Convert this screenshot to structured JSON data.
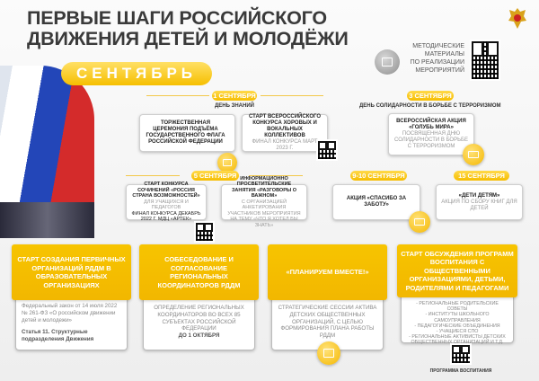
{
  "title": {
    "line1": "ПЕРВЫЕ ШАГИ РОССИЙСКОГО",
    "line2": "ДВИЖЕНИЯ ДЕТЕЙ И МОЛОДЁЖИ"
  },
  "materials": {
    "l1": "МЕТОДИЧЕСКИЕ",
    "l2": "МАТЕРИАЛЫ",
    "l3": "ПО РЕАЛИЗАЦИИ",
    "l4": "МЕРОПРИЯТИЙ"
  },
  "month": "СЕНТЯБРЬ",
  "sep1": {
    "date": "1 СЕНТЯБРЯ",
    "label": "ДЕНЬ ЗНАНИЙ",
    "box1": "ТОРЖЕСТВЕННАЯ ЦЕРЕМОНИЯ ПОДЪЁМА ГОСУДАРСТВЕННОГО ФЛАГА РОССИЙСКОЙ ФЕДЕРАЦИИ",
    "box2_title": "СТАРТ ВСЕРОССИЙСКОГО КОНКУРСА ХОРОВЫХ И ВОКАЛЬНЫХ КОЛЛЕКТИВОВ",
    "box2_sub": "ФИНАЛ КОНКУРСА МАРТ 2023 Г."
  },
  "sep3": {
    "date": "3 СЕНТЯБРЯ",
    "label": "ДЕНЬ СОЛИДАРНОСТИ В БОРЬБЕ С ТЕРРОРИЗМОМ",
    "title": "ВСЕРОССИЙСКАЯ АКЦИЯ «ГОЛУБЬ МИРА»",
    "sub": "ПОСВЯЩЕННАЯ ДНЮ СОЛИДАРНОСТИ В БОРЬБЕ С ТЕРРОРИЗМОМ"
  },
  "sep5": {
    "date": "5 СЕНТЯБРЯ",
    "box1_title": "СТАРТ КОНКУРСА СОЧИНЕНИЙ «РОССИЯ СТРАНА ВОЗМОЖНОСТЕЙ»",
    "box1_sub": "ДЛЯ УЧАЩИХСЯ И ПЕДАГОГОВ",
    "box1_final": "ФИНАЛ КОНКУРСА ДЕКАБРЬ 2022 Г. МДЦ «АРТЕК»",
    "box2_title": "ИНФОРМАЦИОННО ПРОСВЕТИТЕЛЬСКИЕ ЗАНЯТИЯ «РАЗГОВОРЫ О ВАЖНОМ»",
    "box2_sub": "С ОРГАНИЗАЦИЕЙ АНКЕТИРОВАНИЯ УЧАСТНИКОВ МЕРОПРИЯТИЯ НА ТЕМУ «ЧТО Я ХОТЕЛ БЫ ЗНАТЬ»"
  },
  "sep9": {
    "date": "9-10 СЕНТЯБРЯ",
    "title": "АКЦИЯ «СПАСИБО ЗА ЗАБОТУ»"
  },
  "sep15": {
    "date": "15 СЕНТЯБРЯ",
    "title": "«ДЕТИ ДЕТЯМ»",
    "sub": "АКЦИЯ ПО СБОРУ КНИГ ДЛЯ ДЕТЕЙ"
  },
  "columns": [
    {
      "header": "СТАРТ СОЗДАНИЯ ПЕРВИЧНЫХ ОРГАНИЗАЦИЙ РДДМ В ОБРАЗОВАТЕЛЬНЫХ ОРГАНИЗАЦИЯХ",
      "body": "Федеральный закон от 14 июля 2022 № 261-ФЗ «О российском движении детей и молодежи»",
      "bold": "Статья 11. Структурные подразделения Движения"
    },
    {
      "header": "СОБЕСЕДОВАНИЕ И СОГЛАСОВАНИЕ РЕГИОНАЛЬНЫХ КООРДИНАТОРОВ РДДМ",
      "body": "ОПРЕДЕЛЕНИЕ РЕГИОНАЛЬНЫХ КООРДИНАТОРОВ ВО ВСЕХ 85 СУБЪЕКТАХ РОССИЙСКОЙ ФЕДЕРАЦИИ",
      "bold": "ДО 1 ОКТЯБРЯ"
    },
    {
      "header": "«ПЛАНИРУЕМ ВМЕСТЕ!»",
      "body": "СТРАТЕГИЧЕСКИЕ СЕССИИ АКТИВА ДЕТСКИХ ОБЩЕСТВЕННЫХ ОРГАНИЗАЦИЙ, С ЦЕЛЬЮ ФОРМИРОВАНИЯ ПЛАНА РАБОТЫ РДДМ"
    },
    {
      "header": "СТАРТ ОБСУЖДЕНИЯ ПРОГРАММ ВОСПИТАНИЯ С ОБЩЕСТВЕННЫМИ ОРГАНИЗАЦИЯМИ, ДЕТЬМИ, РОДИТЕЛЯМИ И ПЕДАГОГАМИ",
      "items": [
        "- РЕГИОНАЛЬНЫЕ РОДИТЕЛЬСКИЕ СОВЕТЫ",
        "- ИНСТИТУТЫ ШКОЛЬНОГО САМОУПРАВЛЕНИЯ",
        "- ПЕДАГОГИЧЕСКИЕ ОБЪЕДИНЕНИЯ",
        "- УЧАЩИЕСЯ СПО",
        "- РЕГИОНАЛЬНЫЕ АКТИВИСТЫ ДЕТСКИХ ОБЩЕСТВЕННЫХ ОРГАНИЗАЦИЙ И Т.Д."
      ],
      "qr_label": "ПРОГРАММА ВОСПИТАНИЯ"
    }
  ],
  "colors": {
    "accent": "#f6bd00",
    "text": "#3a3a3a"
  }
}
